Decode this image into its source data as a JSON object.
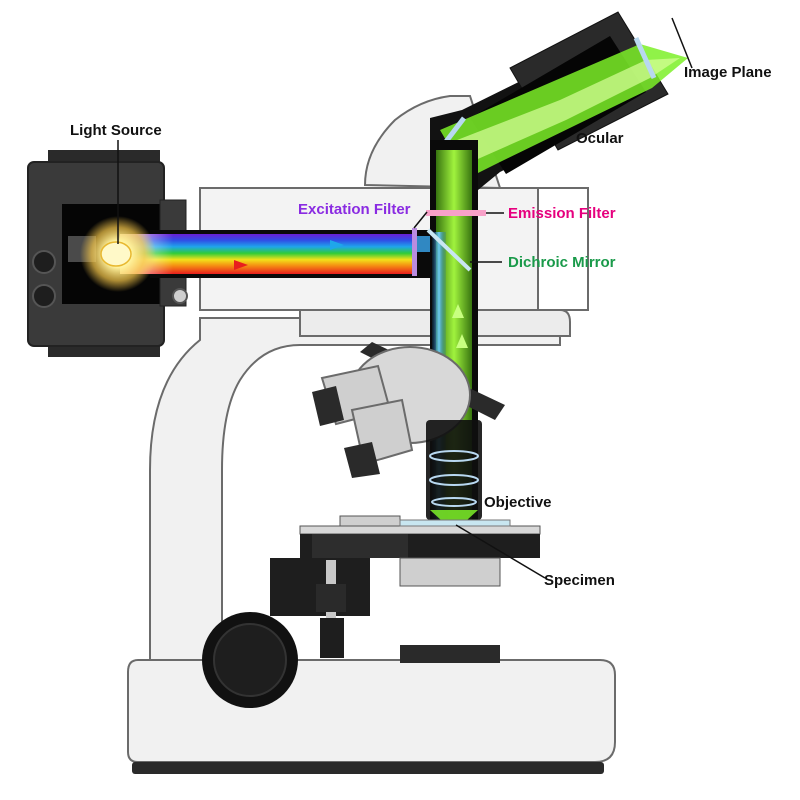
{
  "labels": {
    "light_source": "Light Source",
    "image_plane": "Image Plane",
    "ocular": "Ocular",
    "excitation_filter": "Excitation Filter",
    "emission_filter": "Emission Filter",
    "dichroic_mirror": "Dichroic Mirror",
    "objective": "Objective",
    "specimen": "Specimen"
  },
  "colors": {
    "label_default": "#111111",
    "excitation_filter": "#8a2be2",
    "emission_filter": "#e6007e",
    "dichroic_mirror": "#1a9a4a",
    "emission_light": "#7cf028",
    "excitation_light": "#3aa8f0",
    "body_light": "#f1f1f1",
    "body_outline": "#6b6b6b",
    "dark_part": "#2a2a2a"
  }
}
